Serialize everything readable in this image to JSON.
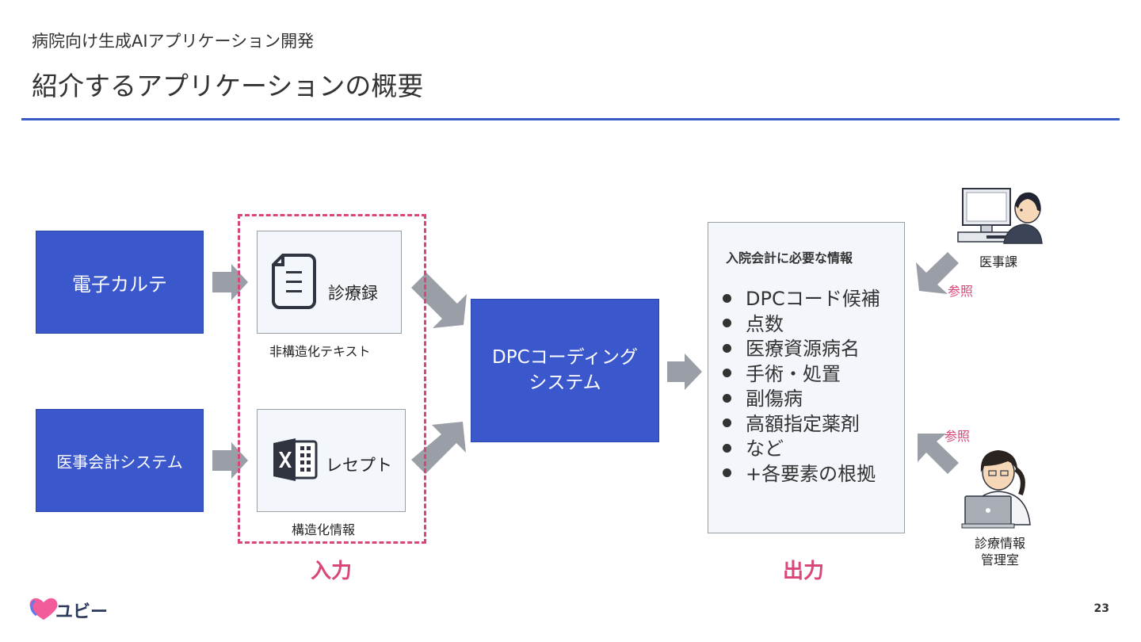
{
  "header": {
    "subtitle": "病院向け生成AIアプリケーション開発",
    "title": "紹介するアプリケーションの概要"
  },
  "sources": {
    "ehr": "電子カルテ",
    "accounting": "医事会計システム"
  },
  "inputs": {
    "doc1_label": "診療録",
    "doc1_caption": "非構造化テキスト",
    "doc2_label": "レセプト",
    "doc2_caption": "構造化情報",
    "section_label": "入力"
  },
  "system": {
    "line1": "DPCコーディング",
    "line2": "システム"
  },
  "output": {
    "heading": "入院会計に必要な情報",
    "items": [
      "DPCコード候補",
      "点数",
      "医療資源病名",
      "手術・処置",
      "副傷病",
      "高額指定薬剤",
      "など",
      "+各要素の根拠"
    ],
    "section_label": "出力"
  },
  "users": {
    "medical_affairs": "医事課",
    "reference_label": "参照",
    "records_line1": "診療情報",
    "records_line2": "管理室"
  },
  "footer": {
    "logo_text": "ユビー",
    "page_number": "23"
  },
  "colors": {
    "accent_blue": "#3a58cc",
    "accent_pink": "#d8467a",
    "arrow_gray": "#9a9ea6"
  }
}
